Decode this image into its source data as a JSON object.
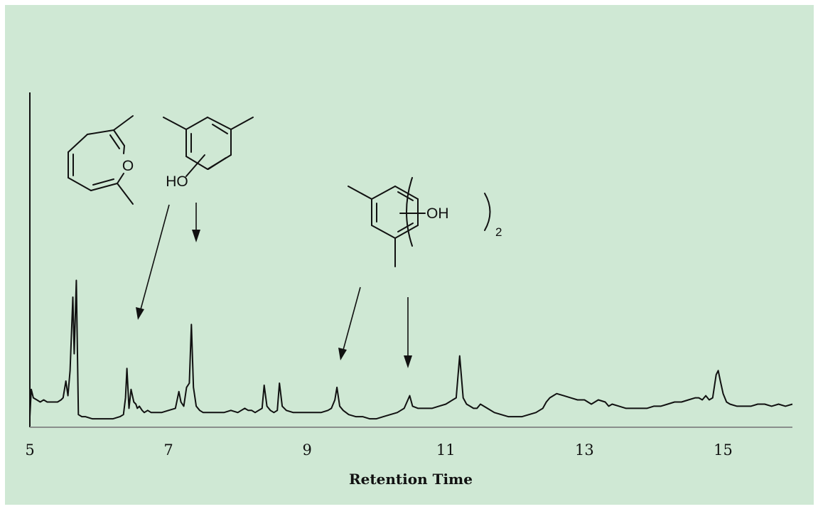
{
  "chart_data": {
    "type": "line",
    "title": "",
    "xlabel": "Retention Time",
    "ylabel": "",
    "xlim": [
      5,
      16
    ],
    "ylim": [
      0,
      100
    ],
    "xticks": [
      5,
      7,
      9,
      11,
      15
    ],
    "xtick_labels": [
      "5",
      "7",
      "9",
      "11",
      "13",
      "15"
    ],
    "grid": false,
    "legend": "none",
    "colors": {
      "trace": "#111111",
      "axis": "#8a8f8c",
      "background": "#cfe8d4"
    },
    "series": [
      {
        "x": [
          5.0,
          5.02,
          5.05,
          5.1,
          5.15,
          5.2,
          5.25,
          5.3,
          5.35,
          5.4,
          5.45,
          5.48,
          5.52,
          5.55,
          5.58,
          5.62,
          5.64,
          5.67,
          5.7,
          5.75,
          5.8,
          5.9,
          6.0,
          6.1,
          6.2,
          6.3,
          6.35,
          6.38,
          6.4,
          6.43,
          6.46,
          6.5,
          6.53,
          6.55,
          6.58,
          6.62,
          6.65,
          6.7,
          6.75,
          6.8,
          6.9,
          7.0,
          7.1,
          7.15,
          7.18,
          7.22,
          7.26,
          7.3,
          7.33,
          7.36,
          7.4,
          7.45,
          7.5,
          7.6,
          7.7,
          7.8,
          7.9,
          8.0,
          8.05,
          8.1,
          8.15,
          8.2,
          8.25,
          8.3,
          8.35,
          8.38,
          8.42,
          8.47,
          8.52,
          8.57,
          8.6,
          8.64,
          8.7,
          8.8,
          8.9,
          9.0,
          9.1,
          9.2,
          9.3,
          9.35,
          9.4,
          9.43,
          9.47,
          9.52,
          9.6,
          9.7,
          9.8,
          9.9,
          10.0,
          10.1,
          10.2,
          10.3,
          10.35,
          10.4,
          10.44,
          10.48,
          10.52,
          10.6,
          10.7,
          10.8,
          10.9,
          11.0,
          11.05,
          11.1,
          11.15,
          11.2,
          11.25,
          11.3,
          11.35,
          11.4,
          11.45,
          11.5,
          11.6,
          11.7,
          11.8,
          11.9,
          12.0,
          12.1,
          12.2,
          12.3,
          12.4,
          12.45,
          12.5,
          12.55,
          12.6,
          12.7,
          12.8,
          12.9,
          13.0,
          13.05,
          13.1,
          13.2,
          13.3,
          13.35,
          13.4,
          13.5,
          13.6,
          13.7,
          13.8,
          13.9,
          14.0,
          14.1,
          14.2,
          14.3,
          14.4,
          14.5,
          14.6,
          14.65,
          14.7,
          14.75,
          14.8,
          14.85,
          14.9,
          14.93,
          14.96,
          15.0,
          15.05,
          15.1,
          15.2,
          15.3,
          15.4,
          15.5,
          15.6,
          15.7,
          15.8,
          15.9,
          16.0
        ],
        "values": [
          3,
          16,
          12,
          11,
          10,
          11,
          10,
          10,
          10,
          10,
          11,
          12,
          20,
          13,
          25,
          60,
          33,
          68,
          4,
          3,
          3,
          2,
          2,
          2,
          2,
          3,
          4,
          12,
          26,
          7,
          16,
          10,
          9,
          7,
          8,
          6,
          5,
          6,
          5,
          5,
          5,
          6,
          7,
          15,
          10,
          8,
          17,
          19,
          47,
          17,
          8,
          6,
          5,
          5,
          5,
          5,
          6,
          5,
          6,
          7,
          6,
          6,
          5,
          6,
          7,
          18,
          8,
          6,
          5,
          6,
          19,
          8,
          6,
          5,
          5,
          5,
          5,
          5,
          6,
          7,
          11,
          17,
          8,
          6,
          4,
          3,
          3,
          2,
          2,
          3,
          4,
          5,
          6,
          7,
          10,
          13,
          8,
          7,
          7,
          7,
          8,
          9,
          10,
          11,
          12,
          32,
          12,
          9,
          8,
          7,
          7,
          9,
          7,
          5,
          4,
          3,
          3,
          3,
          4,
          5,
          7,
          10,
          12,
          13,
          14,
          13,
          12,
          11,
          11,
          10,
          9,
          11,
          10,
          8,
          9,
          8,
          7,
          7,
          7,
          7,
          8,
          8,
          9,
          10,
          10,
          11,
          12,
          12,
          11,
          13,
          11,
          12,
          23,
          25,
          20,
          14,
          10,
          9,
          8,
          8,
          8,
          9,
          9,
          8,
          9,
          8,
          9
        ]
      }
    ]
  },
  "annotations": {
    "compound_a": {
      "ring_oxygen": "O"
    },
    "compound_b": {
      "hydroxyl": "HO"
    },
    "compound_c": {
      "hydroxyl": "OH",
      "subscript": "2"
    }
  }
}
